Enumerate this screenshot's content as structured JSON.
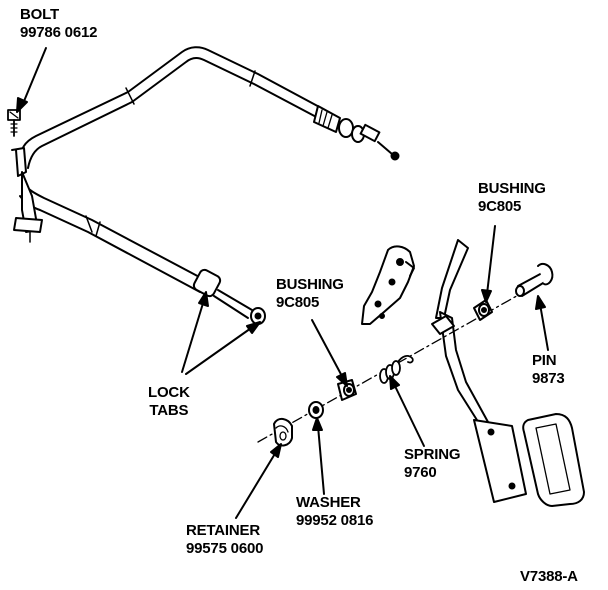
{
  "labels": {
    "bolt": {
      "name": "BOLT",
      "part": "99786 0612"
    },
    "lock_tabs": {
      "line1": "LOCK",
      "line2": "TABS"
    },
    "bushing_left": {
      "name": "BUSHING",
      "part": "9C805"
    },
    "bushing_right": {
      "name": "BUSHING",
      "part": "9C805"
    },
    "pin": {
      "name": "PIN",
      "part": "9873"
    },
    "spring": {
      "name": "SPRING",
      "part": "9760"
    },
    "washer": {
      "name": "WASHER",
      "part": "99952 0816"
    },
    "retainer": {
      "name": "RETAINER",
      "part": "99575 0600"
    }
  },
  "figure_id": "V7388-A"
}
